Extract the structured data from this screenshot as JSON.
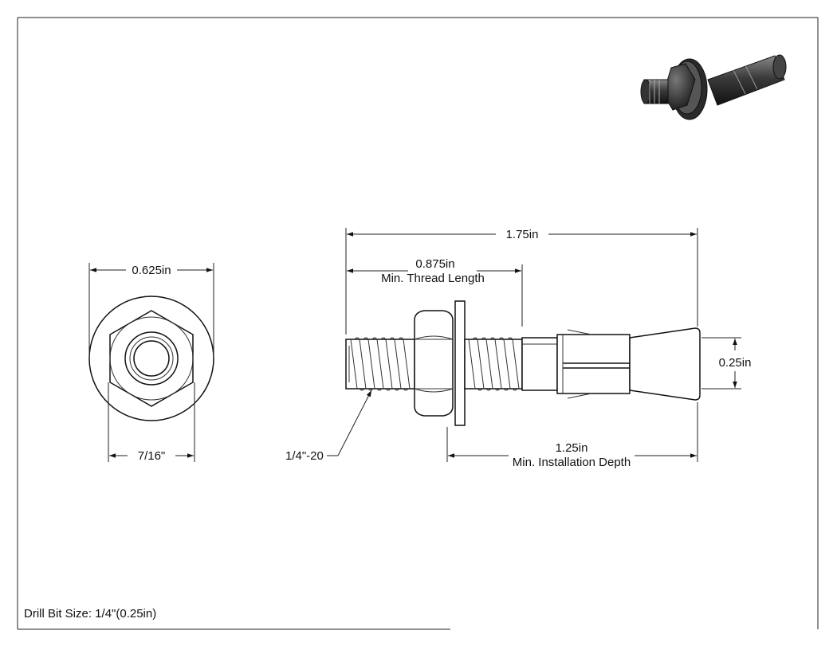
{
  "front_view": {
    "outer_diameter": "0.625in",
    "hex_size": "7/16\""
  },
  "side_view": {
    "overall_length": "1.75in",
    "thread_length_value": "0.875in",
    "thread_length_caption": "Min. Thread Length",
    "diameter": "0.25in",
    "thread_callout": "1/4\"-20",
    "install_depth_value": "1.25in",
    "install_depth_caption": "Min. Installation Depth"
  },
  "notes": {
    "drill_bit": "Drill Bit Size: 1/4\"(0.25in)"
  }
}
